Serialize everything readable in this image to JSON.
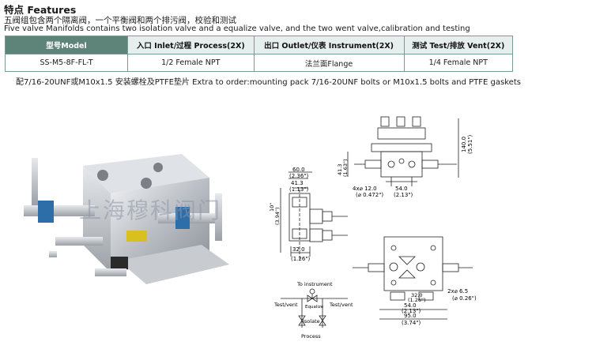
{
  "header": {
    "title": "特点 Features",
    "line_cn": "五阀组包含两个隔离阀，一个平衡阀和两个排污阀，校验和测试",
    "line_en": "Five valve Manifolds contains two isolation valve and a equalize valve, and the two went valve,calibration and testing"
  },
  "spec_table": {
    "headers": [
      "型号Model",
      "入口 Inlet/过程 Process(2X)",
      "出口 Outlet/仪表 Instrument(2X)",
      "测试 Test/排放 Vent(2X)"
    ],
    "row": [
      "SS-M5-8F-FL-T",
      "1/2  Female NPT",
      "法兰面Flange",
      "1/4 Female NPT"
    ]
  },
  "extra_order": "配7/16-20UNF或M10x1.5 安装螺栓及PTFE垫片  Extra to order:mounting pack 7/16-20UNF bolts or M10x1.5 bolts and PTFE gaskets",
  "watermark": "上海穆科阀门",
  "drawing_side": {
    "dim_width_mm": "60.0",
    "dim_width_in": "(2.36\")",
    "dim_inner_mm": "41.3",
    "dim_inner_in": "(1.13\")",
    "dim_height_mm": "10\"",
    "dim_height_in": "(3.94\")",
    "dim_bottom_mm": "32.0",
    "dim_bottom_in": "(1.26\")"
  },
  "drawing_front": {
    "dim_height_mm": "140.0",
    "dim_height_in": "(5.51\")",
    "dim_side_mm": "41.3",
    "dim_side_in": "(1.63\")",
    "hole_label": "4x⌀ 12.0",
    "hole_label_in": "(⌀ 0.472\")",
    "dim_spacing_mm": "54.0",
    "dim_spacing_in": "(2.13\")"
  },
  "drawing_bottom": {
    "dim_a_mm": "32.0",
    "dim_a_in": "(1.26\")",
    "hole_label": "2x⌀ 6.5",
    "hole_label_in": "(⌀ 0.26\")",
    "dim_spacing_mm": "54.0",
    "dim_spacing_in": "(2.13\")",
    "dim_total_mm": "95.0",
    "dim_total_in": "(3.74\")"
  },
  "schematic": {
    "to_instrument": "To instrument",
    "test_vent_left": "Test/vent",
    "test_vent_right": "Test/vent",
    "equalize": "Equalize",
    "isolate": "Isolate",
    "process": "Process"
  }
}
